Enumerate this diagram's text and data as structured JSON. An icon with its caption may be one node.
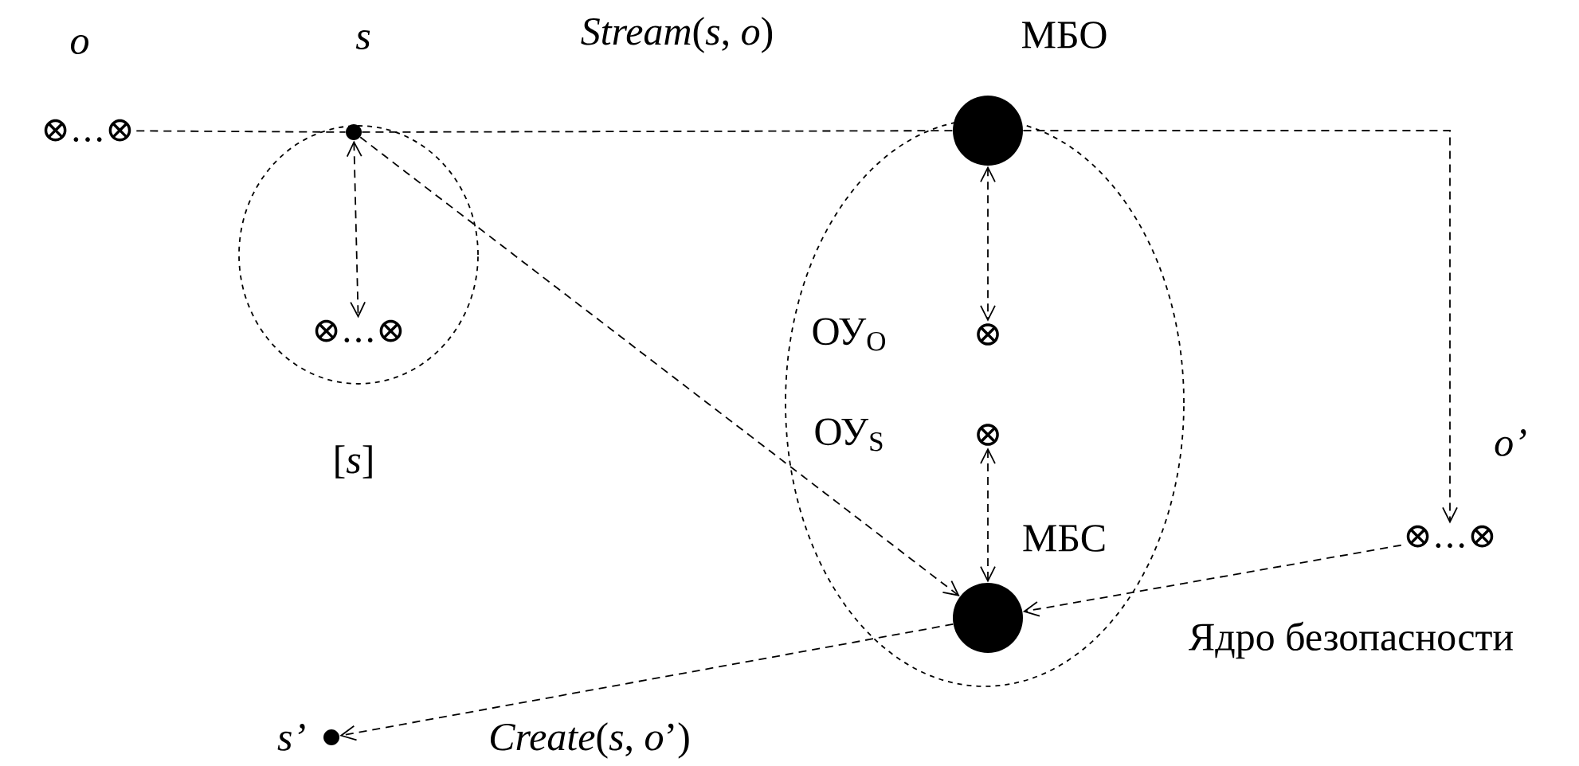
{
  "diagram": {
    "nodes": [
      {
        "text": [
          "⊗…⊗"
        ],
        "beside": [
          "o"
        ]
      },
      {
        "text": [],
        "shape": "ellipse",
        "beside": [
          "[*s*]"
        ]
      },
      {
        "text": [],
        "shape": "circle",
        "in": 1,
        "beside": [
          "s"
        ]
      },
      {
        "text": [
          "⊗…⊗"
        ],
        "in": 1
      },
      {
        "text": [],
        "shape": "ellipse",
        "beside": [
          "Ядро безопасности"
        ]
      },
      {
        "text": [],
        "shape": "circle",
        "in": 4,
        "beside": [
          "МБО"
        ]
      },
      {
        "text": [
          "⊗"
        ],
        "in": 4,
        "beside": [
          "ОУ$_{O}$"
        ]
      },
      {
        "text": [
          "⊗"
        ],
        "in": 4,
        "beside": [
          "ОУ$_{S}$"
        ]
      },
      {
        "text": [],
        "shape": "circle",
        "in": 4,
        "beside": [
          "МБС"
        ]
      },
      {
        "text": [
          "⊗…⊗"
        ],
        "beside": [
          "o’"
        ]
      },
      {
        "text": [],
        "shape": "circle",
        "beside": [
          "s’"
        ]
      }
    ],
    "edges": [
      {
        "from": 0,
        "to": 2,
        "arrow": "none"
      },
      {
        "from": 2,
        "to": 5,
        "arrow": "none",
        "label": "*Stream*(*s*, *o*)"
      },
      {
        "from": 5,
        "to": 9,
        "arrow": "to"
      },
      {
        "from": 2,
        "to": 3,
        "arrow": "both"
      },
      {
        "from": 2,
        "to": 8,
        "arrow": "to"
      },
      {
        "from": 5,
        "to": 6,
        "arrow": "both"
      },
      {
        "from": 7,
        "to": 8,
        "arrow": "both"
      },
      {
        "from": 9,
        "to": 8,
        "arrow": "to"
      },
      {
        "from": 8,
        "to": 10,
        "arrow": "to",
        "label": "*Create*(*s*, *o*’)"
      }
    ]
  }
}
